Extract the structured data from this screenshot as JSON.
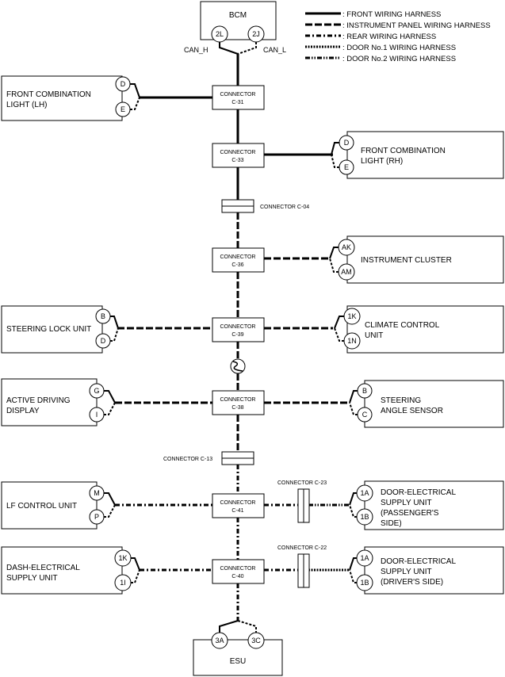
{
  "legend": [
    {
      "label": ": FRONT WIRING HARNESS",
      "style": "front"
    },
    {
      "label": ": INSTRUMENT PANEL WIRING HARNESS",
      "style": "instrument"
    },
    {
      "label": ": REAR WIRING HARNESS",
      "style": "rear"
    },
    {
      "label": ": DOOR No.1 WIRING HARNESS",
      "style": "door1"
    },
    {
      "label": ": DOOR No.2 WIRING HARNESS",
      "style": "door2"
    }
  ],
  "bcm": {
    "label": "BCM",
    "pin_h": "2L",
    "pin_l": "2J",
    "can_h": "CAN_H",
    "can_l": "CAN_L"
  },
  "esu": {
    "label": "ESU",
    "pin_a": "3A",
    "pin_c": "3C"
  },
  "connectors": {
    "c31": {
      "line1": "CONNECTOR",
      "line2": "C-31"
    },
    "c33": {
      "line1": "CONNECTOR",
      "line2": "C-33"
    },
    "c36": {
      "line1": "CONNECTOR",
      "line2": "C-36"
    },
    "c39": {
      "line1": "CONNECTOR",
      "line2": "C-39"
    },
    "c38": {
      "line1": "CONNECTOR",
      "line2": "C-38"
    },
    "c41": {
      "line1": "CONNECTOR",
      "line2": "C-41"
    },
    "c40": {
      "line1": "CONNECTOR",
      "line2": "C-40"
    }
  },
  "inline_connectors": {
    "c04": "CONNECTOR C-04",
    "c13": "CONNECTOR C-13",
    "c23": "CONNECTOR C-23",
    "c22": "CONNECTOR C-22"
  },
  "units": {
    "front_lh": {
      "line1": "FRONT COMBINATION",
      "line2": "LIGHT (LH)",
      "pin1": "D",
      "pin2": "E"
    },
    "front_rh": {
      "line1": "FRONT COMBINATION",
      "line2": "LIGHT (RH)",
      "pin1": "D",
      "pin2": "E"
    },
    "cluster": {
      "line1": "INSTRUMENT CLUSTER",
      "pin1": "AK",
      "pin2": "AM"
    },
    "steering_lock": {
      "line1": "STEERING LOCK UNIT",
      "pin1": "B",
      "pin2": "D"
    },
    "climate": {
      "line1": "CLIMATE CONTROL",
      "line2": "UNIT",
      "pin1": "1K",
      "pin2": "1N"
    },
    "active_driving": {
      "line1": "ACTIVE DRIVING",
      "line2": "DISPLAY",
      "pin1": "G",
      "pin2": "I"
    },
    "steering_angle": {
      "line1": "STEERING",
      "line2": "ANGLE SENSOR",
      "pin1": "B",
      "pin2": "C"
    },
    "lf_control": {
      "line1": "LF CONTROL UNIT",
      "pin1": "M",
      "pin2": "P"
    },
    "door_passenger": {
      "line1": "DOOR-ELECTRICAL",
      "line2": "SUPPLY UNIT",
      "line3": "(PASSENGER'S",
      "line4": "SIDE)",
      "pin1": "1A",
      "pin2": "1B"
    },
    "dash_supply": {
      "line1": "DASH-ELECTRICAL",
      "line2": "SUPPLY UNIT",
      "pin1": "1K",
      "pin2": "1I"
    },
    "door_driver": {
      "line1": "DOOR-ELECTRICAL",
      "line2": "SUPPLY UNIT",
      "line3": "(DRIVER'S SIDE)",
      "pin1": "1A",
      "pin2": "1B"
    }
  },
  "colors": {
    "line": "#000000",
    "background": "#ffffff"
  }
}
